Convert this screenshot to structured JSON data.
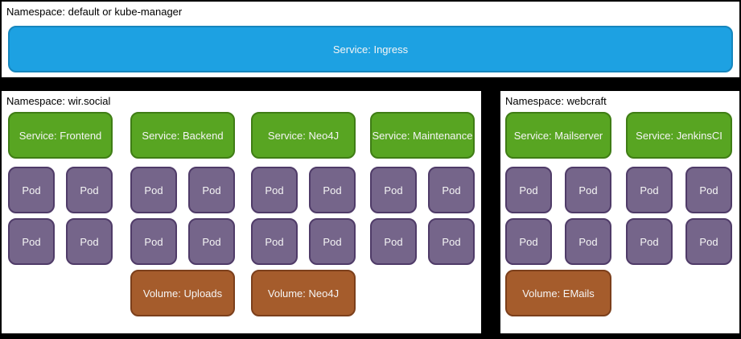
{
  "colors": {
    "background": "#000000",
    "section_bg": "#ffffff",
    "section_border": "#000000",
    "ingress_fill": "#1da1e2",
    "ingress_border": "#1686bd",
    "service_fill": "#58a522",
    "service_border": "#3f7d15",
    "pod_fill": "#75658a",
    "pod_border": "#4f3b68",
    "volume_fill": "#a55c2c",
    "volume_border": "#7c3f1b",
    "box_text": "#f5f5f5"
  },
  "top_section": {
    "namespace_label": "Namespace: default or kube-manager",
    "service": "Service: Ingress"
  },
  "left_section": {
    "namespace_label": "Namespace: wir.social",
    "columns": [
      {
        "service": "Service: Frontend",
        "pods": [
          "Pod",
          "Pod",
          "Pod",
          "Pod"
        ]
      },
      {
        "service": "Service: Backend",
        "pods": [
          "Pod",
          "Pod",
          "Pod",
          "Pod"
        ],
        "volume": "Volume: Uploads"
      },
      {
        "service": "Service: Neo4J",
        "pods": [
          "Pod",
          "Pod",
          "Pod",
          "Pod"
        ],
        "volume": "Volume: Neo4J"
      },
      {
        "service": "Service: Maintenance",
        "pods": [
          "Pod",
          "Pod",
          "Pod",
          "Pod"
        ]
      }
    ]
  },
  "right_section": {
    "namespace_label": "Namespace: webcraft",
    "columns": [
      {
        "service": "Service: Mailserver",
        "pods": [
          "Pod",
          "Pod",
          "Pod",
          "Pod"
        ],
        "volume": "Volume: EMails"
      },
      {
        "service": "Service: JenkinsCI",
        "pods": [
          "Pod",
          "Pod",
          "Pod",
          "Pod"
        ]
      }
    ]
  }
}
